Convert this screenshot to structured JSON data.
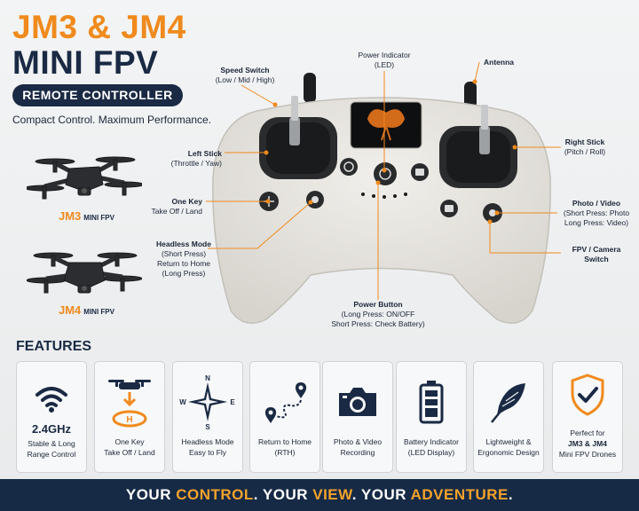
{
  "header": {
    "title_line1": "JM3 & JM4",
    "title_line2": "MINI FPV",
    "pill": "REMOTE CONTROLLER",
    "tagline": "Compact Control. Maximum Performance."
  },
  "drones": [
    {
      "model": "JM3",
      "suffix": "MINI FPV"
    },
    {
      "model": "JM4",
      "suffix": "MINI FPV"
    }
  ],
  "callouts": {
    "speed_switch": {
      "title": "Speed Switch",
      "desc": "(Low / Mid / High)"
    },
    "power_indicator": {
      "title": "Power Indicator",
      "desc": "(LED)"
    },
    "antenna": {
      "title": "Antenna"
    },
    "left_stick": {
      "title": "Left Stick",
      "desc": "(Throttle / Yaw)"
    },
    "right_stick": {
      "title": "Right Stick",
      "desc": "(Pitch / Roll)"
    },
    "one_key": {
      "title": "One Key",
      "desc": "Take Off / Land"
    },
    "photo_video": {
      "title": "Photo / Video",
      "desc1": "(Short Press: Photo",
      "desc2": "Long Press: Video)"
    },
    "headless": {
      "title": "Headless Mode",
      "desc1": "(Short Press)",
      "desc2": "Return to Home",
      "desc3": "(Long Press)"
    },
    "fpv_camera": {
      "title1": "FPV / Camera",
      "title2": "Switch"
    },
    "power_button": {
      "title": "Power Button",
      "desc1": "(Long Press: ON/OFF",
      "desc2": "Short Press: Check Battery)"
    }
  },
  "features_title": "FEATURES",
  "features": [
    {
      "icon": "wifi-icon",
      "big": "2.4GHz",
      "line1": "Stable & Long",
      "line2": "Range Control"
    },
    {
      "icon": "takeoff-drone-icon",
      "line1": "One Key",
      "line2": "Take Off / Land"
    },
    {
      "icon": "compass-icon",
      "line1": "Headless Mode",
      "line2": "Easy to Fly"
    },
    {
      "icon": "route-icon",
      "line1": "Return to Home",
      "line2": "(RTH)"
    },
    {
      "icon": "camera-icon",
      "line1": "Photo & Video",
      "line2": "Recording"
    },
    {
      "icon": "battery-icon",
      "line1": "Battery Indicator",
      "line2": "(LED Display)"
    },
    {
      "icon": "feather-icon",
      "line1": "Lightweight &",
      "line2": "Ergonomic Design"
    },
    {
      "icon": "shield-check-icon",
      "line1": "Perfect for",
      "bold": "JM3 & JM4",
      "line2": "Mini FPV Drones"
    }
  ],
  "compass_letters": {
    "n": "N",
    "s": "S",
    "e": "E",
    "w": "W"
  },
  "footer": {
    "p1": "YOUR ",
    "a1": "CONTROL",
    "p2": ". YOUR ",
    "a2": "VIEW",
    "p3": ". YOUR ",
    "a3": "ADVENTURE",
    "p4": "."
  },
  "colors": {
    "accent": "#f08a1c",
    "navy": "#1a2a44",
    "controller": "#e9e7e2"
  }
}
